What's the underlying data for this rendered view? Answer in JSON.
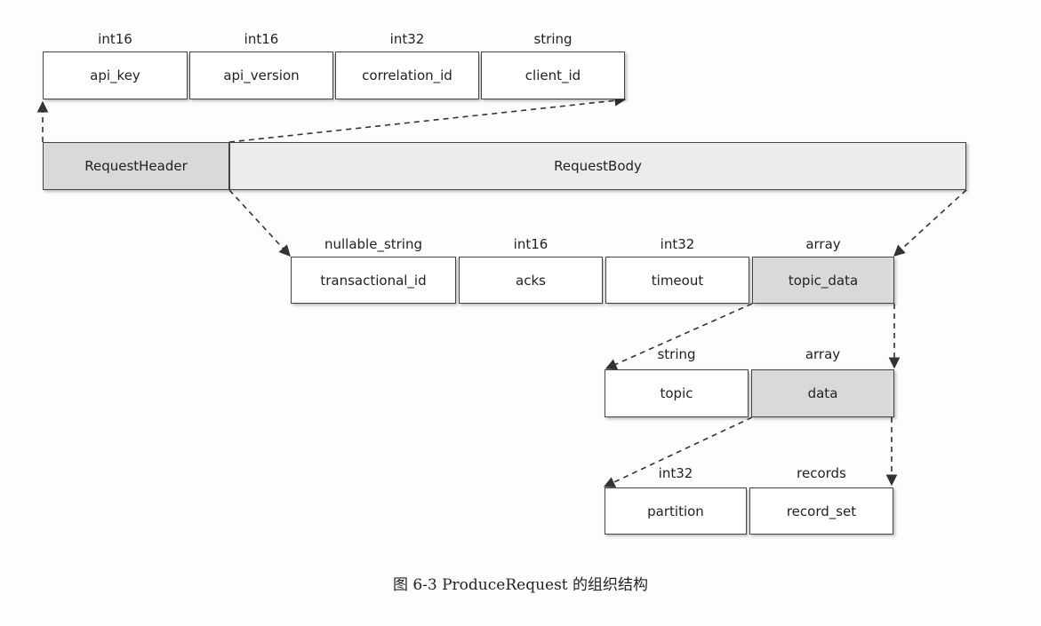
{
  "header_fields": [
    {
      "type": "int16",
      "name": "api_key"
    },
    {
      "type": "int16",
      "name": "api_version"
    },
    {
      "type": "int32",
      "name": "correlation_id"
    },
    {
      "type": "string",
      "name": "client_id"
    }
  ],
  "request": {
    "header_label": "RequestHeader",
    "body_label": "RequestBody"
  },
  "body_fields": [
    {
      "type": "nullable_string",
      "name": "transactional_id"
    },
    {
      "type": "int16",
      "name": "acks"
    },
    {
      "type": "int32",
      "name": "timeout"
    },
    {
      "type": "array",
      "name": "topic_data"
    }
  ],
  "topic_data_fields": [
    {
      "type": "string",
      "name": "topic"
    },
    {
      "type": "array",
      "name": "data"
    }
  ],
  "data_fields": [
    {
      "type": "int32",
      "name": "partition"
    },
    {
      "type": "records",
      "name": "record_set"
    }
  ],
  "caption": "图 6-3   ProduceRequest 的组织结构",
  "colors": {
    "shaded": "#d9d9d9",
    "light": "#ececec",
    "border": "#444444"
  }
}
